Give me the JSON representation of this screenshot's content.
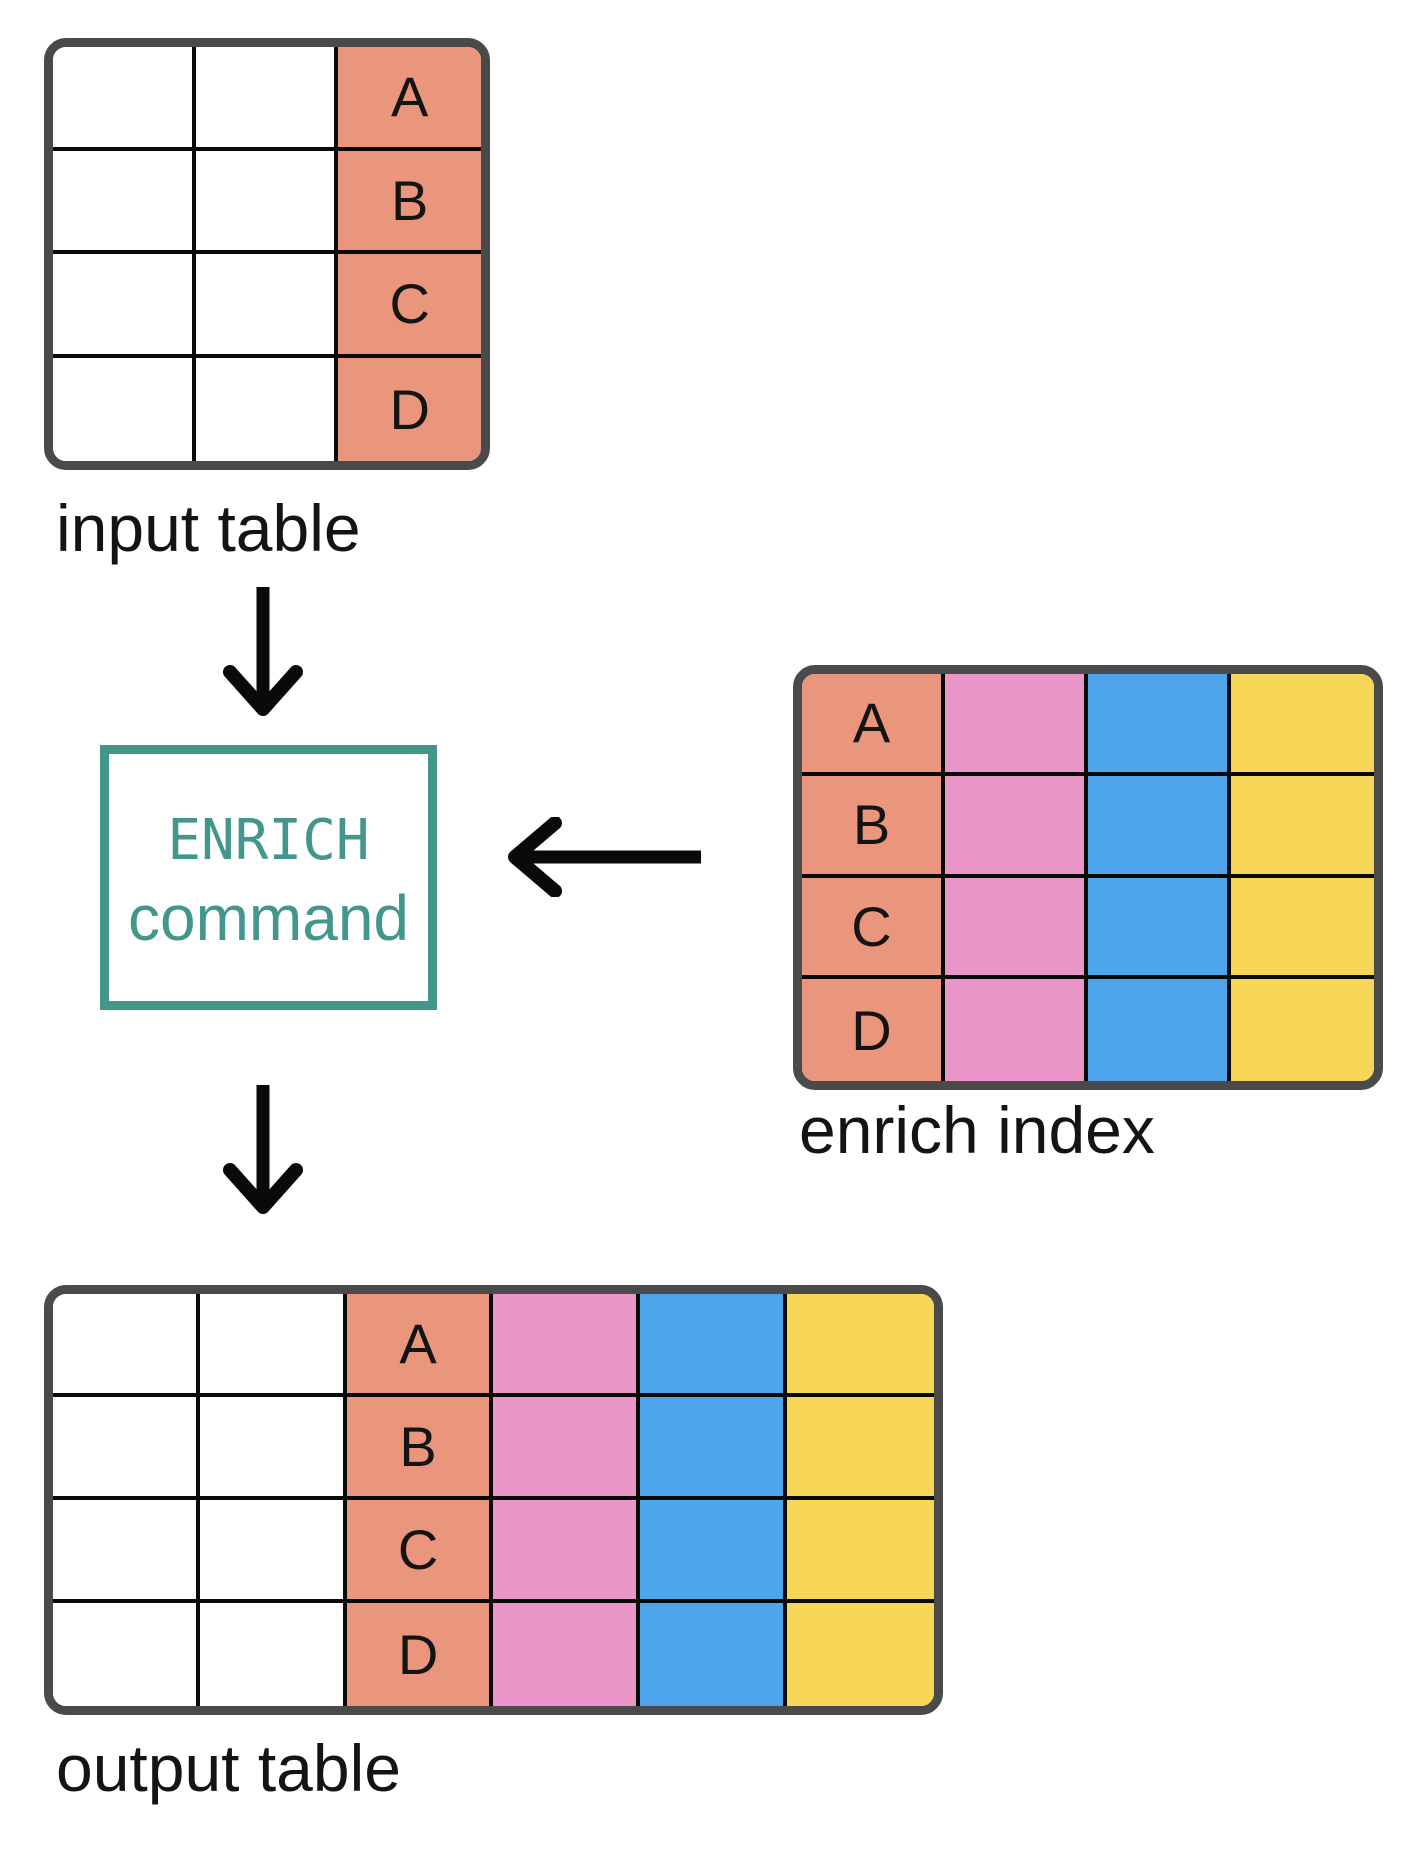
{
  "diagram": {
    "input_table": {
      "label": "input table",
      "keys": [
        "A",
        "B",
        "C",
        "D"
      ],
      "columns": [
        "empty",
        "empty",
        "key"
      ]
    },
    "command_box": {
      "line1": "ENRICH",
      "line2": "command"
    },
    "enrich_index": {
      "label": "enrich index",
      "keys": [
        "A",
        "B",
        "C",
        "D"
      ],
      "columns": [
        "key",
        "pink",
        "blue",
        "yellow"
      ]
    },
    "output_table": {
      "label": "output table",
      "keys": [
        "A",
        "B",
        "C",
        "D"
      ],
      "columns": [
        "empty",
        "empty",
        "key",
        "pink",
        "blue",
        "yellow"
      ]
    },
    "colors": {
      "empty": "#ffffff",
      "key": "#ea967d",
      "pink": "#ea96c9",
      "blue": "#4fa5ec",
      "yellow": "#f7d557",
      "teal": "#42968c",
      "frame": "#4a4a4a",
      "grid": "#0a0a0a",
      "arrow": "#0a0a0a",
      "label_text": "#141414",
      "background": "#ffffff"
    }
  }
}
